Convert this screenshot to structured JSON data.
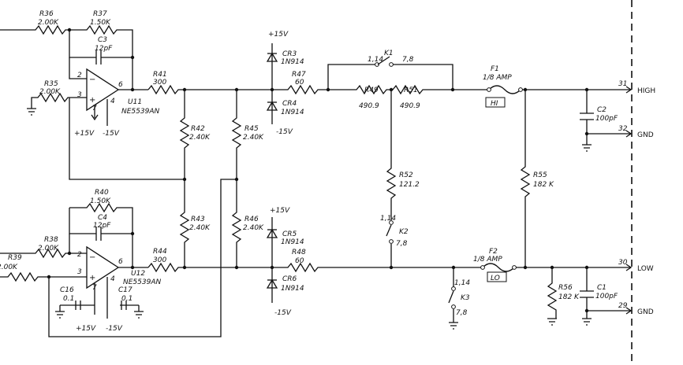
{
  "op_amps": [
    {
      "ref": "U11",
      "part": "NE5539AN",
      "pins": {
        "inv": "2",
        "noninv": "3",
        "out": "6",
        "v_pos": "7",
        "v_neg": "4"
      },
      "supplies": [
        "+15V",
        "-15V"
      ]
    },
    {
      "ref": "U12",
      "part": "NE5539AN",
      "pins": {
        "inv": "2",
        "noninv": "3",
        "out": "6",
        "v_pos": "7",
        "v_neg": "4"
      },
      "supplies": [
        "+15V",
        "-15V"
      ]
    }
  ],
  "resistors": {
    "r35": {
      "ref": "R35",
      "value": "2.00K"
    },
    "r36": {
      "ref": "R36",
      "value": "2.00K"
    },
    "r37": {
      "ref": "R37",
      "value": "1.50K"
    },
    "r38": {
      "ref": "R38",
      "value": "2.00K"
    },
    "r39": {
      "ref": "R39",
      "value": "2.00K"
    },
    "r40": {
      "ref": "R40",
      "value": "1.50K"
    },
    "r41": {
      "ref": "R41",
      "value": "300"
    },
    "r42": {
      "ref": "R42",
      "value": "2.40K"
    },
    "r43": {
      "ref": "R43",
      "value": "2.40K"
    },
    "r44": {
      "ref": "R44",
      "value": "300"
    },
    "r45": {
      "ref": "R45",
      "value": "2.40K"
    },
    "r46": {
      "ref": "R46",
      "value": "2.40K"
    },
    "r47": {
      "ref": "R47",
      "value": "60"
    },
    "r48": {
      "ref": "R48",
      "value": "60"
    },
    "r49": {
      "ref": "R49",
      "value": "490.9"
    },
    "r51": {
      "ref": "R51",
      "value": "490.9"
    },
    "r52": {
      "ref": "R52",
      "value": "121.2"
    },
    "r55": {
      "ref": "R55",
      "value": "182 K"
    },
    "r56": {
      "ref": "R56",
      "value": "182 K"
    }
  },
  "capacitors": {
    "c1": {
      "ref": "C1",
      "value": "100pF"
    },
    "c2": {
      "ref": "C2",
      "value": "100pF"
    },
    "c3": {
      "ref": "C3",
      "value": "12pF"
    },
    "c4": {
      "ref": "C4",
      "value": "12pF"
    },
    "c16": {
      "ref": "C16",
      "value": "0.1"
    },
    "c17": {
      "ref": "C17",
      "value": "0.1"
    }
  },
  "diodes": {
    "cr3": {
      "ref": "CR3",
      "part": "1N914"
    },
    "cr4": {
      "ref": "CR4",
      "part": "1N914"
    },
    "cr5": {
      "ref": "CR5",
      "part": "1N914"
    },
    "cr6": {
      "ref": "CR6",
      "part": "1N914"
    }
  },
  "relays": {
    "k1": {
      "ref": "K1",
      "pins_a": "1,14",
      "pins_b": "7,8"
    },
    "k2": {
      "ref": "K2",
      "pins_a": "1,14",
      "pins_b": "7,8"
    },
    "k3": {
      "ref": "K3",
      "pins_a": "1,14",
      "pins_b": "7,8"
    }
  },
  "fuses": {
    "f1": {
      "ref": "F1",
      "rating": "1/8 AMP",
      "tag": "HI"
    },
    "f2": {
      "ref": "F2",
      "rating": "1/8 AMP",
      "tag": "LO"
    }
  },
  "supply_labels": {
    "pos": "+15V",
    "neg": "-15V"
  },
  "connector": [
    {
      "pin": "31",
      "label": "HIGH"
    },
    {
      "pin": "32",
      "label": "GND"
    },
    {
      "pin": "30",
      "label": "LOW"
    },
    {
      "pin": "29",
      "label": "GND"
    }
  ]
}
